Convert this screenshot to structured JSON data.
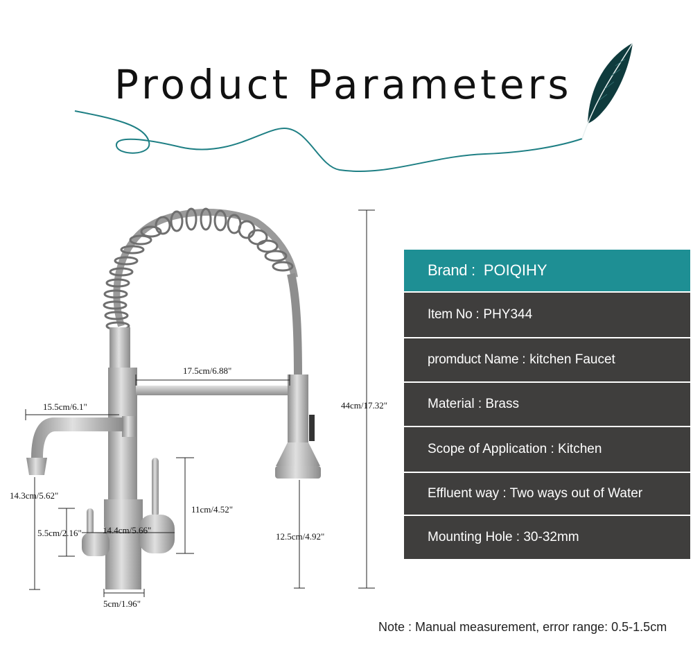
{
  "header": {
    "title": "Product Parameters"
  },
  "dimensions": {
    "spout_reach": "17.5cm/6.88\"",
    "total_height": "44cm/17.32\"",
    "filter_reach": "15.5cm/6.1\"",
    "filter_height": "14.3cm/5.62\"",
    "handle_height": "11cm/4.52\"",
    "lever_height": "5.5cm/2.16\"",
    "body_width": "14.4cm/5.66\"",
    "spray_height": "12.5cm/4.92\"",
    "base_diameter": "5cm/1.96\""
  },
  "specs": {
    "brand_key": "Brand :",
    "brand_value": "POIQIHY",
    "item_key": "Item No :",
    "item_value": "PHY344",
    "name_key": "promduct Name :",
    "name_value": "kitchen  Faucet",
    "material": "Material : Brass",
    "scope": "Scope of Application : Kitchen",
    "effluent": "Effluent way : Two ways out of Water",
    "mounting": "Mounting Hole : 30-32mm"
  },
  "note": "Note : Manual measurement, error range: 0.5-1.5cm",
  "colors": {
    "accent": "#1e8f94",
    "table_bg": "#3f3e3d",
    "metal": "#b8b8b8"
  },
  "icons": {
    "feather": "feather-icon"
  }
}
